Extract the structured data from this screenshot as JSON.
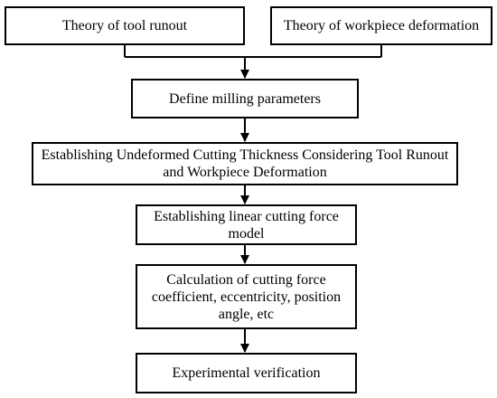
{
  "boxes": {
    "tool_runout": "Theory of tool runout",
    "workpiece_deformation": "Theory of workpiece deformation",
    "define_parameters": "Define milling parameters",
    "undeformed_thickness": "Establishing Undeformed Cutting Thickness Considering Tool Runout and Workpiece Deformation",
    "force_model": "Establishing linear cutting force model",
    "calculation": "Calculation of cutting force coefficient, eccentricity, position angle, etc",
    "verification": "Experimental verification"
  },
  "colors": {
    "line": "#000000",
    "box_fill": "#ffffff"
  }
}
